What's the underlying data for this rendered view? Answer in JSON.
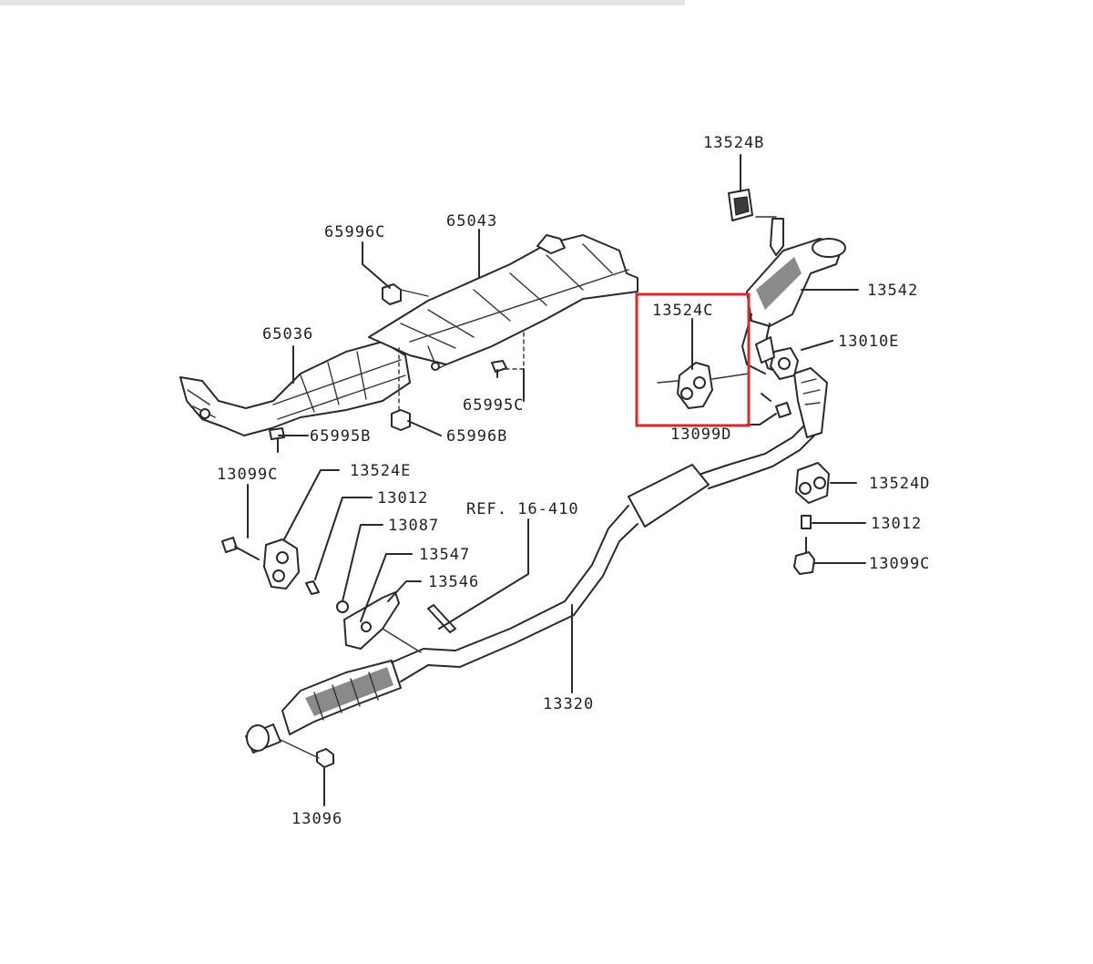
{
  "labels": {
    "p13524b": "13524B",
    "p65996c": "65996C",
    "p65043": "65043",
    "p13542": "13542",
    "p13524c": "13524C",
    "p13010e": "13010E",
    "p65036": "65036",
    "p65995c": "65995C",
    "p65995b": "65995B",
    "p65996b": "65996B",
    "p13099d": "13099D",
    "p13099c_left": "13099C",
    "p13524e": "13524E",
    "p13012_left": "13012",
    "p13087": "13087",
    "p13547": "13547",
    "p13546": "13546",
    "ref": "REF. 16-410",
    "p13524d": "13524D",
    "p13012_right": "13012",
    "p13099c_right": "13099C",
    "p13320": "13320",
    "p13096": "13096"
  },
  "highlight": {
    "part": "13524C",
    "color": "#d42a2a"
  }
}
